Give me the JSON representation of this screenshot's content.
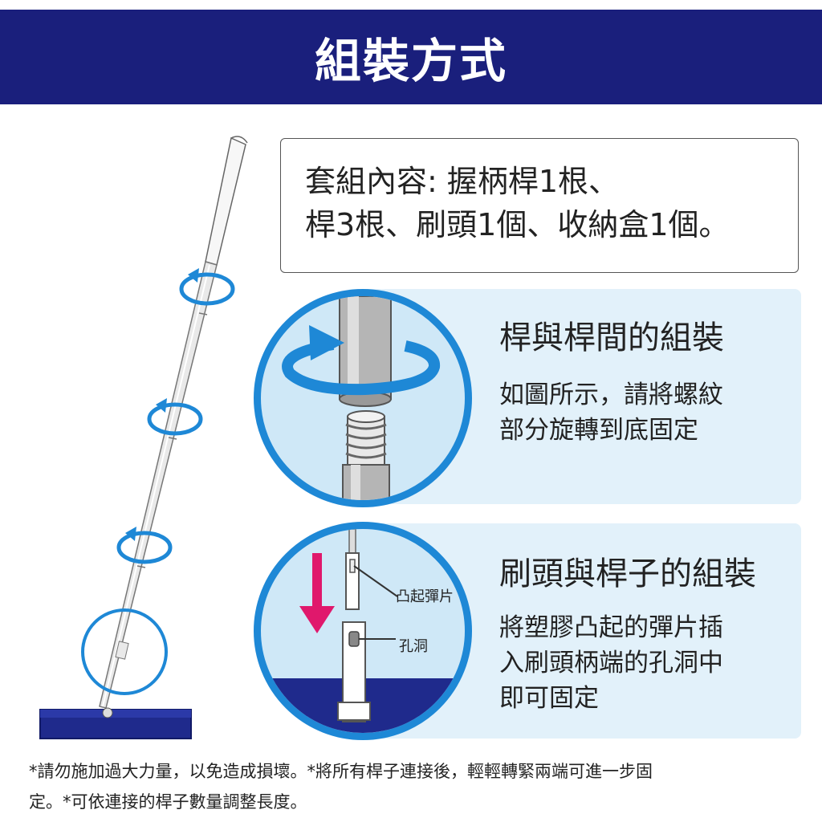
{
  "header": {
    "title": "組裝方式"
  },
  "kit": {
    "line1": "套組內容: 握柄桿1根、",
    "line2": "桿3根、刷頭1個、收納盒1個。"
  },
  "section_pole": {
    "title": "桿與桿間的組裝",
    "line1": "如圖所示，請將螺紋",
    "line2": "部分旋轉到底固定"
  },
  "section_head": {
    "title": "刷頭與桿子的組裝",
    "line1": "將塑膠凸起的彈片插",
    "line2": "入刷頭柄端的孔洞中",
    "line3": "即可固定",
    "callout_tab": "凸起彈片",
    "callout_hole": "孔洞"
  },
  "footer": {
    "line1": "*請勿施加過大力量，以免造成損壞。*將所有桿子連接後，輕輕轉緊兩端可進一步固",
    "line2": "定。*可依連接的桿子數量調整長度。"
  },
  "colors": {
    "header_bg": "#1a1f7c",
    "accent_blue": "#1e88d6",
    "panel_bg": "#e2f1fa",
    "arrow_pink": "#e0186c",
    "mop_head": "#1f2a8c"
  }
}
